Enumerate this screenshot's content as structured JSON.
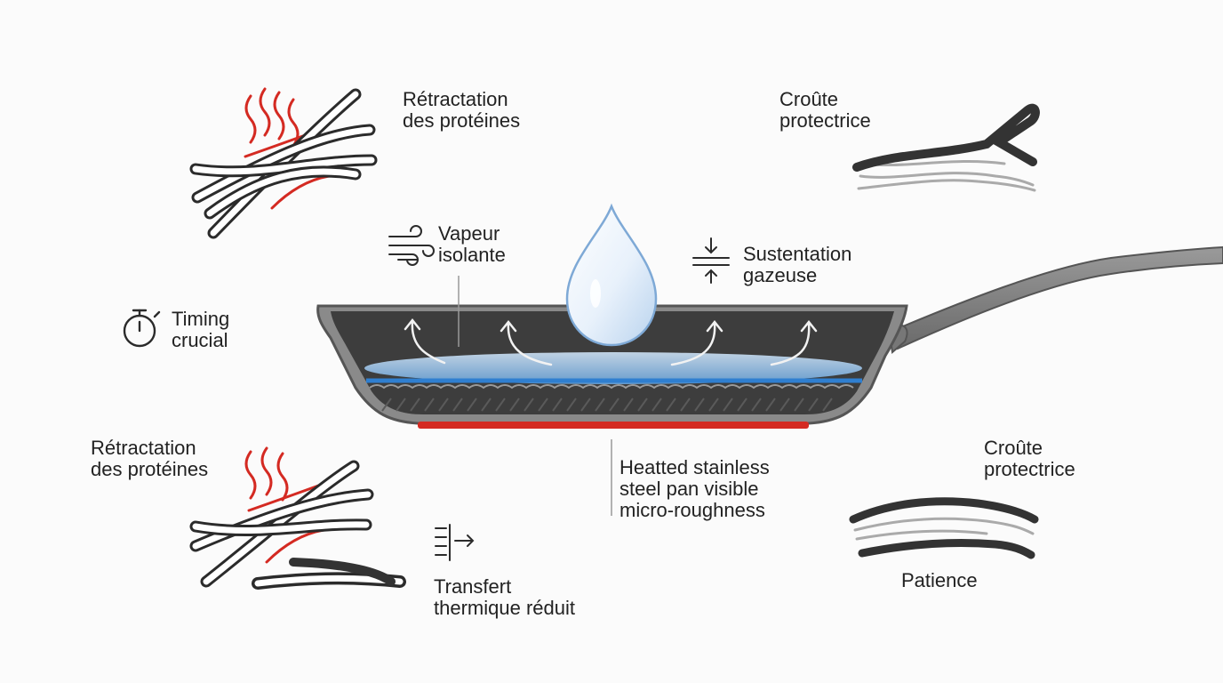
{
  "labels": {
    "retraction_top": "Rétractation\ndes protéines",
    "crust_top": "Croûte\nprotectrice",
    "vapor": "Vapeur\nisolante",
    "sustentation": "Sustentation\ngazeuse",
    "timing": "Timing\ncrucial",
    "retraction_bottom": "Rétractation\ndes protéines",
    "pan_note": "Heatted stainless\nsteel pan visible\nmicro-roughness",
    "crust_bottom": "Croûte\nprotectrice",
    "patience": "Patience",
    "heat_transfer": "Transfert\nthermique réduit"
  },
  "icons": {
    "vapor": "wind-icon",
    "sustentation": "compress-arrows-icon",
    "timing": "stopwatch-icon",
    "heat_transfer": "heat-transfer-icon",
    "drop": "water-drop-icon"
  },
  "colors": {
    "heat": "#d42a22",
    "pan_dark": "#3b3b3b",
    "vapor_blue": "#2f7fd0",
    "fiber_stroke": "#2b2b2b",
    "fiber_light": "#a9a9a9"
  }
}
